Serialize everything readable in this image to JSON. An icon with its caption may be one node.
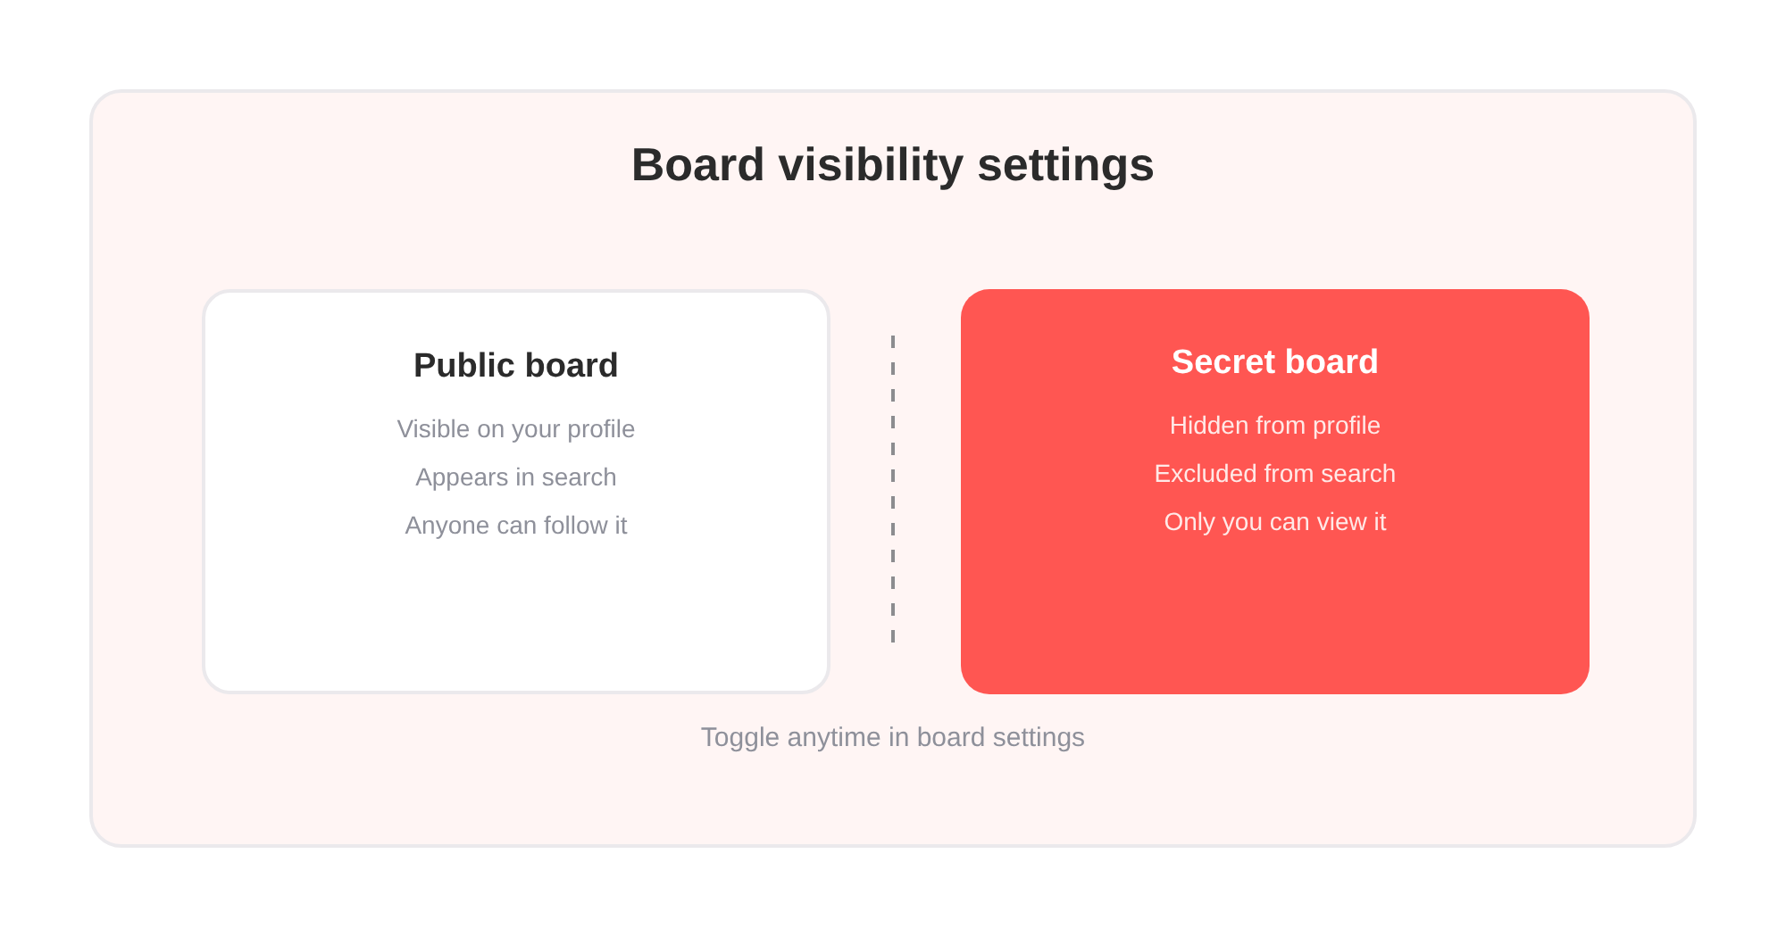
{
  "diagram": {
    "nodes": [
      {
        "text": [
          "Board visibility settings",
          "Toggle anytime in board settings"
        ]
      },
      {
        "text": [
          "Public board",
          "Visible on your profile",
          "Appears in search",
          "Anyone can follow it"
        ],
        "in": 0
      },
      {
        "text": [
          "Secret board",
          "Hidden from profile",
          "Excluded from search",
          "Only you can view it"
        ],
        "in": 0
      }
    ]
  }
}
